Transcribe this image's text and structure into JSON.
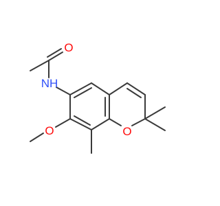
{
  "molecule": {
    "atoms": [
      {
        "symbol": "O",
        "color": "#ff0d0d"
      },
      {
        "symbol": "NH",
        "color": "#3050f8"
      },
      {
        "symbol": "O",
        "color": "#ff0d0d"
      },
      {
        "symbol": "O",
        "color": "#ff0d0d"
      }
    ],
    "bond_color": "#3a3a3a"
  }
}
